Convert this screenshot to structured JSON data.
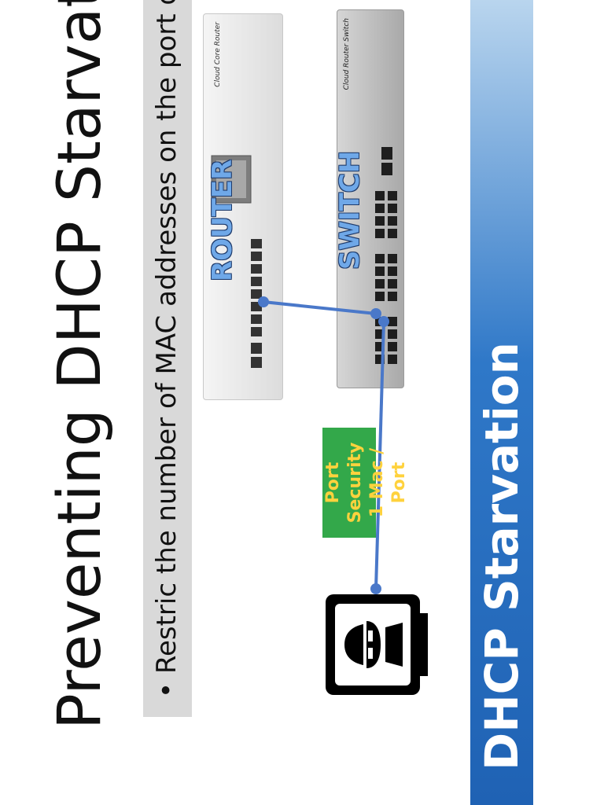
{
  "slide": {
    "title": "Preventing DHCP Starvation",
    "bullet": "Restric the number of MAC addresses on the port of the switch",
    "sidebar_title": "DHCP Starvation"
  },
  "diagram": {
    "router_label": "ROUTER",
    "switch_label": "SWITCH",
    "router_brand": "Cloud Core Router",
    "switch_brand": "Cloud Router Switch",
    "port_security_line1": "Port Security",
    "port_security_line2": "1 Mac / Port",
    "attacker": "hacker-laptop-icon"
  },
  "colors": {
    "sidebar": "#2f78c8",
    "link": "#4a78c9",
    "port_box": "#33a84a",
    "port_text": "#ffd23d",
    "label": "#6fa8e8"
  }
}
